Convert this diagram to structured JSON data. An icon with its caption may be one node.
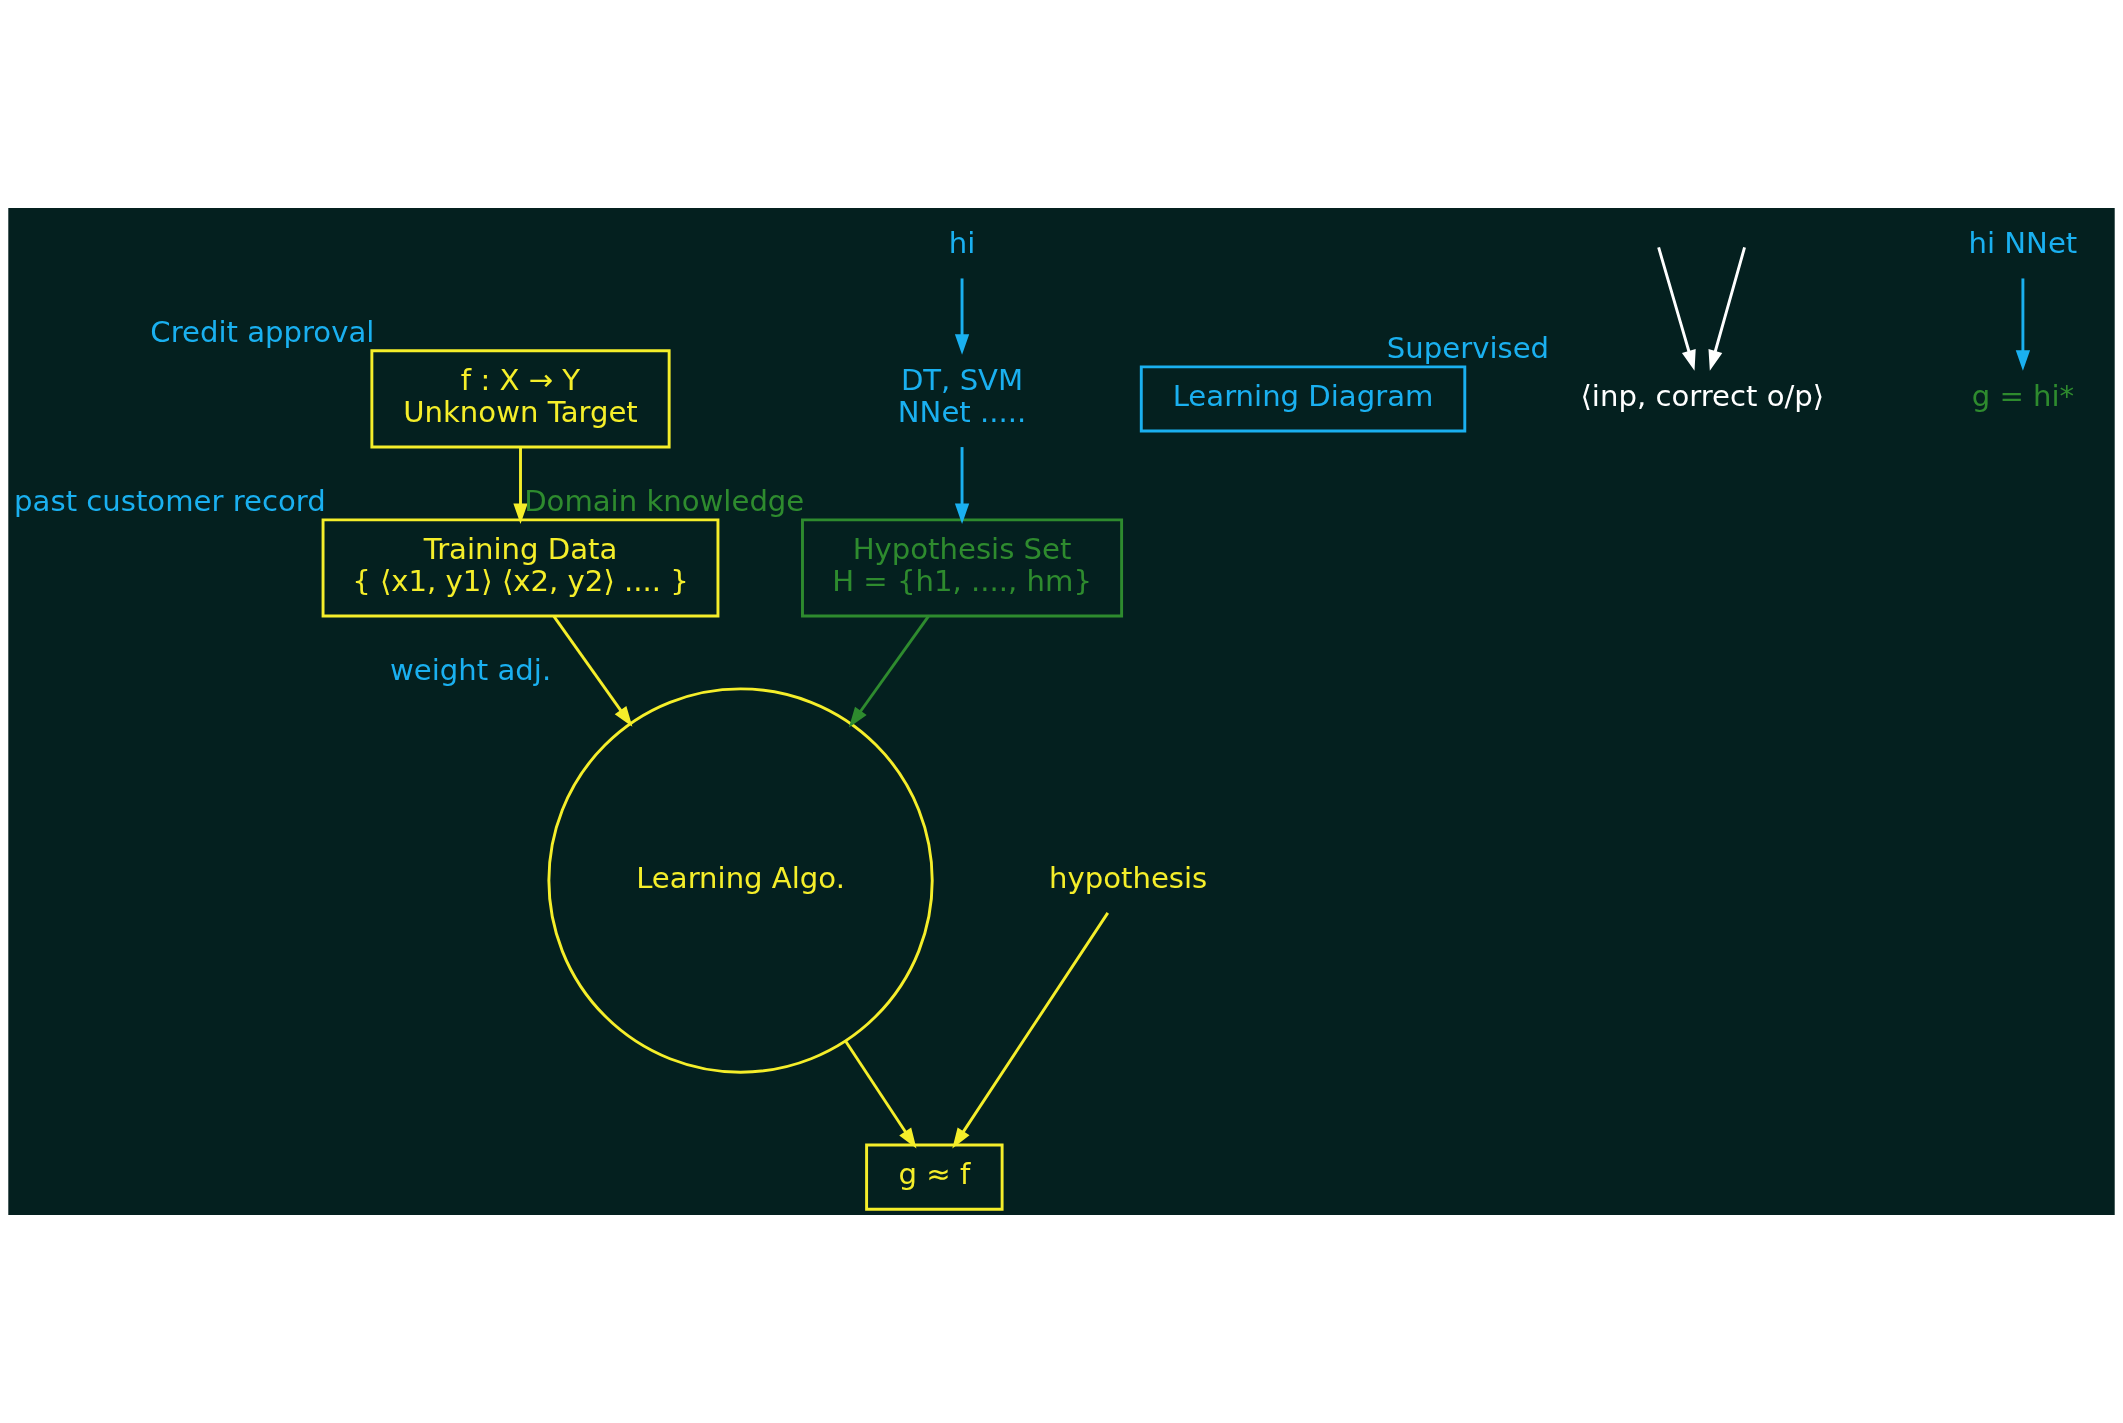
{
  "diagram": {
    "nodes": [
      {
        "text": [
          "f : X → Y",
          "Unknown Target"
        ],
        "beside": [
          "Credit approval"
        ]
      },
      {
        "text": [
          "Training Data",
          "{ ⟨x1, y1⟩ ⟨x2, y2⟩ .... }"
        ],
        "beside": [
          "past customer record"
        ]
      },
      {
        "text": [
          "Learning Algo."
        ],
        "beside": [
          "weight adj."
        ]
      },
      {
        "text": [
          "g ≈ f"
        ]
      },
      {
        "text": [
          "hypothesis"
        ]
      },
      {
        "text": [
          "Hypothesis Set",
          "H = {h1, ...., hm}"
        ],
        "beside": [
          "Domain knowledge"
        ]
      },
      {
        "text": [
          "Learning Diagram"
        ]
      },
      {
        "text": [
          "DT, SVM",
          "NNet ....."
        ]
      },
      {
        "text": [
          "hi"
        ]
      },
      {
        "text": [
          "⟨inp, correct o/p⟩"
        ],
        "beside": [
          "Supervised"
        ]
      },
      {
        "text": [
          "g = hi*"
        ]
      },
      {
        "text": [
          "hi NNet"
        ]
      }
    ],
    "edges": [
      {
        "from": 0,
        "to": 1,
        "arrow": "to"
      },
      {
        "from": 1,
        "to": 2,
        "arrow": "to"
      },
      {
        "from": 2,
        "to": 3,
        "arrow": "to"
      },
      {
        "from": 4,
        "to": 3,
        "arrow": "to"
      },
      {
        "from": 5,
        "to": 2,
        "arrow": "to",
        "color": "#2e8b2e"
      },
      {
        "from": 7,
        "to": 5,
        "arrow": "to",
        "color": "#1ab0f0"
      },
      {
        "from": 8,
        "to": 7,
        "arrow": "to",
        "color": "#1ab0f0"
      },
      {
        "from": null,
        "to": 9,
        "arrow": "to",
        "color": "#ffffff"
      },
      {
        "from": null,
        "to": 9,
        "arrow": "to",
        "color": "#ffffff"
      },
      {
        "from": 11,
        "to": 10,
        "arrow": "to",
        "color": "#1ab0f0"
      }
    ]
  }
}
